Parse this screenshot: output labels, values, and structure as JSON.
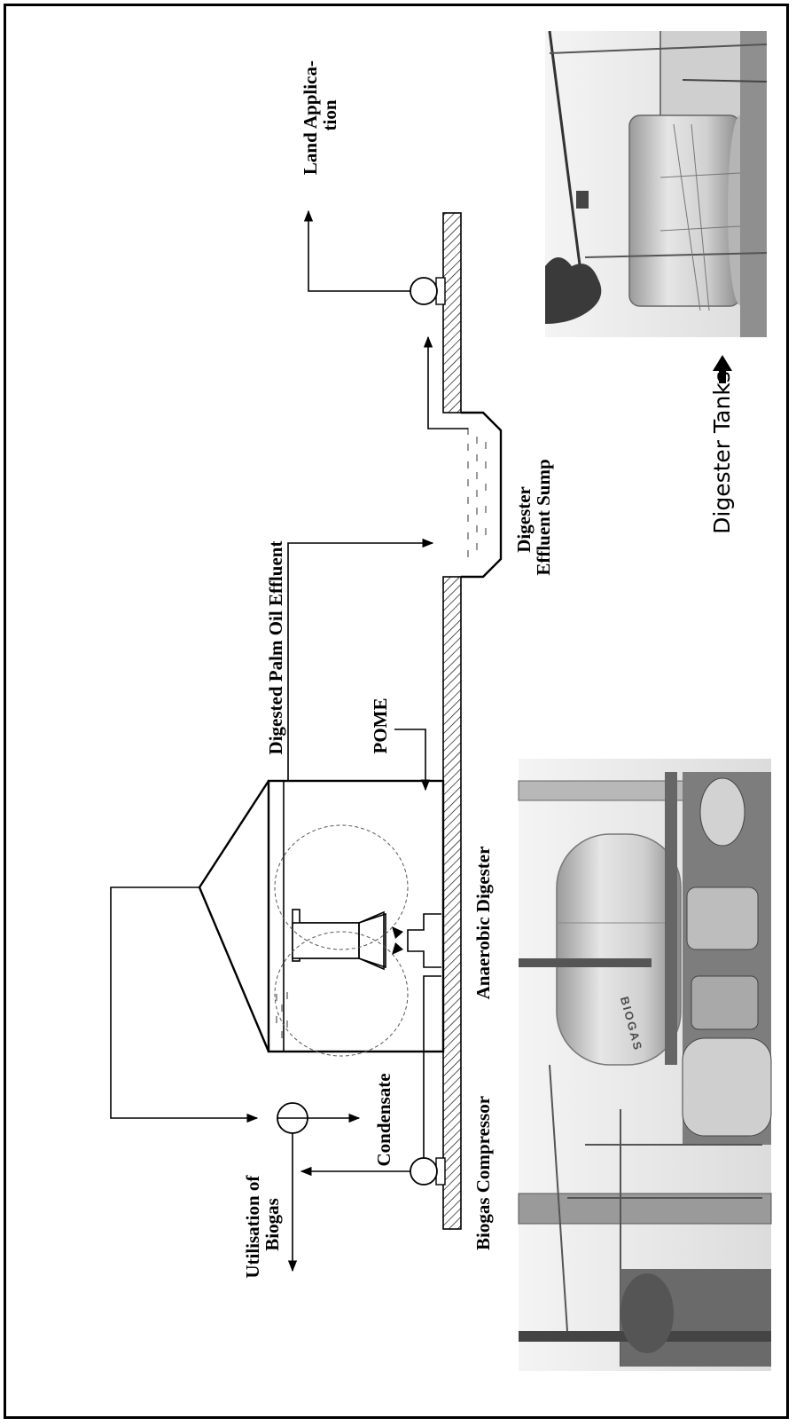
{
  "labels": {
    "land_application": [
      "Land Applica-",
      "tion"
    ],
    "digested_palm_oil_effluent": "Digested Palm Oil Effluent",
    "pome": "POME",
    "digester_effluent_sump": [
      "Digester",
      "Effluent Sump"
    ],
    "anaerobic_digester": "Anaerobic Digester",
    "condensate": "Condensate",
    "utilisation_of_biogas": [
      "Utilisation of",
      "Biogas"
    ],
    "biogas_compressor": "Biogas Compressor",
    "digester_tanks": "Digester Tanks",
    "biogas_tank_text": "BIOGAS"
  }
}
